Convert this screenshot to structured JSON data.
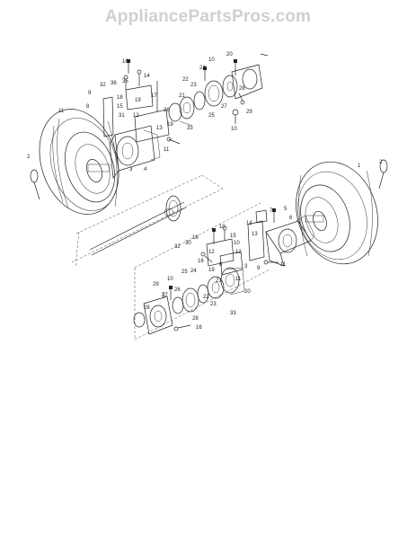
{
  "watermark": "AppliancePartsPros.com",
  "callouts": {
    "upper_left": [
      "16",
      "32",
      "36",
      "35",
      "14",
      "17",
      "9",
      "18",
      "15",
      "19",
      "31",
      "12",
      "13",
      "11",
      "8",
      "4",
      "3",
      "11",
      "2"
    ],
    "upper_right": [
      "10",
      "24",
      "22",
      "21",
      "23",
      "20",
      "26",
      "25",
      "27",
      "28",
      "29",
      "33",
      "10",
      "19"
    ],
    "lower_right": [
      "1",
      "2",
      "5",
      "7",
      "6",
      "14",
      "13",
      "3",
      "11",
      "9",
      "11",
      "20"
    ],
    "lower_center": [
      "18",
      "10",
      "15",
      "32",
      "30",
      "16",
      "12",
      "19",
      "8",
      "10",
      "12"
    ],
    "lower_bottom": [
      "29",
      "10",
      "27",
      "26",
      "25",
      "24",
      "22",
      "21",
      "23",
      "28",
      "16",
      "33",
      "28"
    ]
  }
}
